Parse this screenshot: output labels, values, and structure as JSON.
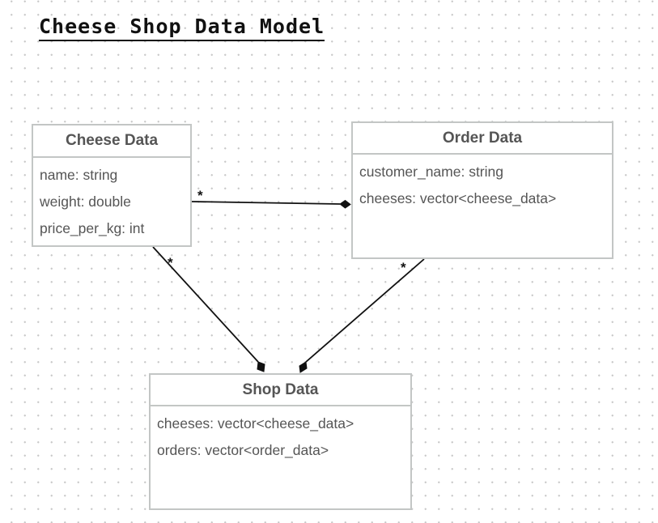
{
  "diagram": {
    "title": "Cheese Shop Data Model",
    "classes": {
      "cheese": {
        "name": "Cheese Data",
        "attributes": [
          "name: string",
          "weight: double",
          "price_per_kg: int"
        ]
      },
      "order": {
        "name": "Order Data",
        "attributes": [
          "customer_name: string",
          "cheeses: vector<cheese_data>"
        ]
      },
      "shop": {
        "name": "Shop Data",
        "attributes": [
          "cheeses: vector<cheese_data>",
          "orders: vector<order_data>"
        ]
      }
    },
    "relationships": [
      {
        "from": "Cheese Data",
        "to": "Order Data",
        "type": "composition",
        "multiplicity": "*"
      },
      {
        "from": "Cheese Data",
        "to": "Shop Data",
        "type": "composition",
        "multiplicity": "*"
      },
      {
        "from": "Order Data",
        "to": "Shop Data",
        "type": "composition",
        "multiplicity": "*"
      }
    ],
    "colors": {
      "class_border": "#c3c6c5",
      "class_text": "#555555",
      "connector": "#111111",
      "grid_dot": "#c9c9c9"
    }
  }
}
